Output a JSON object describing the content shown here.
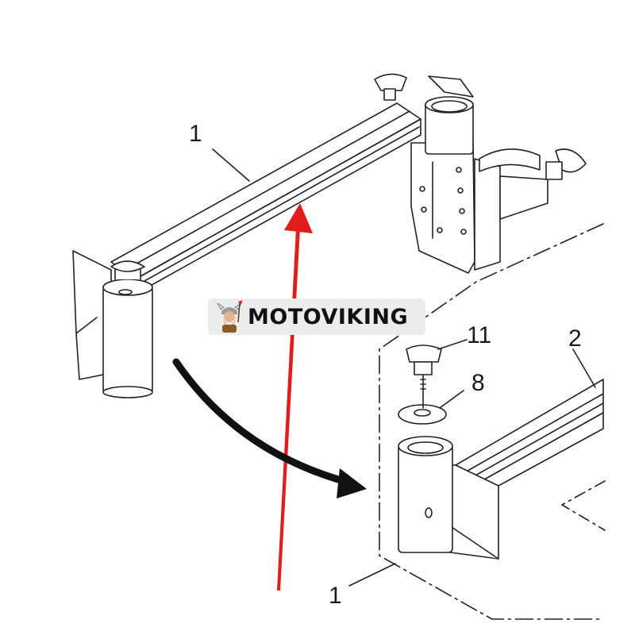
{
  "callouts": {
    "arm_top": "1",
    "arm_bottom": "1",
    "bar": "2",
    "knob": "11",
    "washer": "8"
  },
  "watermark": {
    "text": "MOTOVIKING",
    "logo_icon": "viking-mascot-icon",
    "background": "#ececec"
  },
  "colors": {
    "line": "#222222",
    "red_arrow": "#e21b1b",
    "black_arrow": "#111111"
  }
}
